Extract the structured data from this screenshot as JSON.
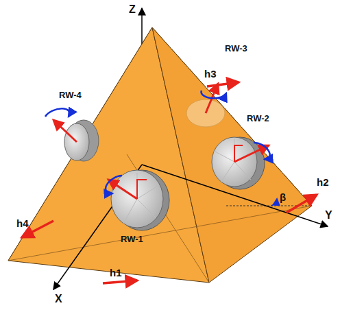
{
  "diagram": {
    "labels": [
      "Z",
      "RW-4",
      "RW-3",
      "h3",
      "RW-2",
      "h2",
      "β",
      "h4",
      "RW-1",
      "Y",
      "h1",
      "X"
    ]
  }
}
